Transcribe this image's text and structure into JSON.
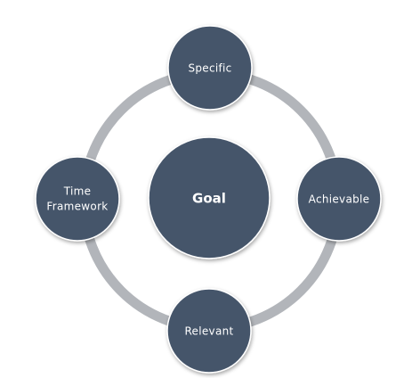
{
  "diagram": {
    "center": {
      "label": "Goal"
    },
    "nodes": {
      "top": {
        "label": "Specific"
      },
      "right": {
        "label": "Achievable"
      },
      "bottom": {
        "label": "Relevant"
      },
      "left": {
        "line1": "Time",
        "line2": "Framework"
      }
    }
  },
  "colors": {
    "node_fill": "#44546a",
    "node_stroke": "#ffffff",
    "ring": "#b2b5ba",
    "text": "#ffffff"
  }
}
